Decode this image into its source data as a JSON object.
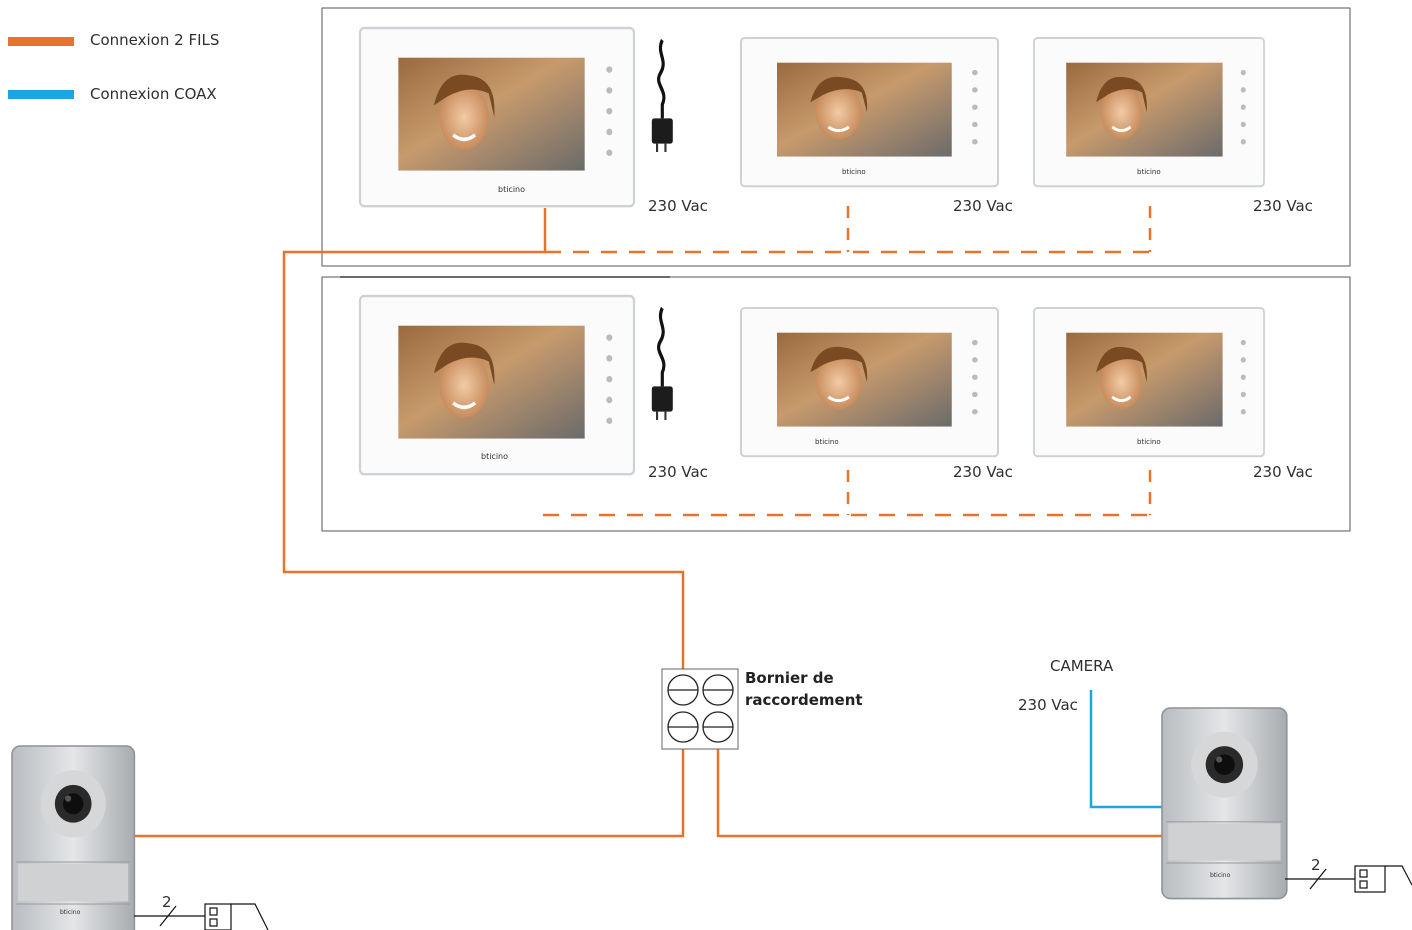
{
  "legend": {
    "two_wire": {
      "label": "Connexion 2 FILS",
      "color": "#e8732a"
    },
    "coax": {
      "label": "Connexion COAX",
      "color": "#1aa7e0"
    }
  },
  "power_label": "230 Vac",
  "monitor_brand": "bticino",
  "terminal_block": {
    "line1": "Bornier de",
    "line2": "raccordement"
  },
  "camera": {
    "label": "CAMERA",
    "power": "230 Vac"
  },
  "wire_count": "2",
  "colors": {
    "wire": "#e8732a",
    "coax": "#1aa7e0",
    "frame": "#555555"
  },
  "icons": [
    "key-icon",
    "phone-icon",
    "eye-icon",
    "door-icon",
    "bulb-icon"
  ]
}
